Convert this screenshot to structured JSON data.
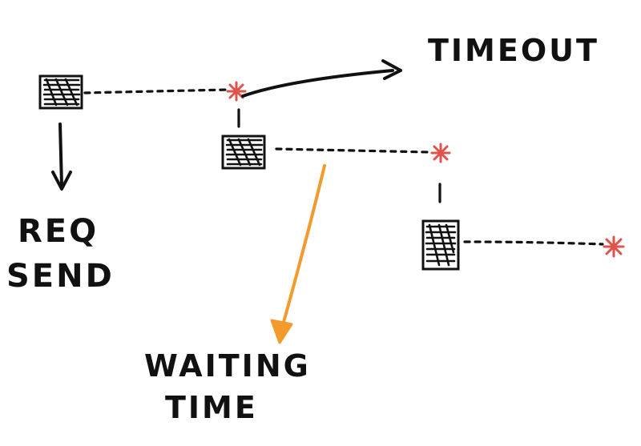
{
  "labels": {
    "timeout_line1": "TIMEOUT",
    "req_line1": "REQ",
    "req_line2": "SEND",
    "waiting_line1": "WAITING",
    "waiting_line2": "TIME"
  },
  "colors": {
    "ink": "#111111",
    "star": "#e0524a",
    "orange_arrow": "#f39a2c",
    "background": "#ffffff"
  }
}
